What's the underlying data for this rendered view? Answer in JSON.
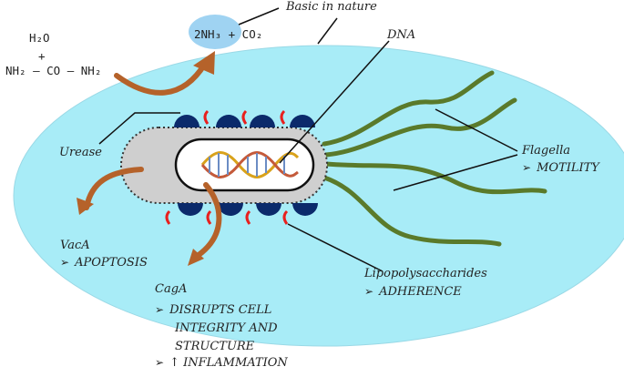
{
  "labels": {
    "basic": "Basic in nature",
    "products": "2NH₃ + CO₂",
    "water": "H₂O",
    "plus": "+",
    "urea": "NH₂ – CO – NH₂",
    "dna": "DNA",
    "urease": "Urease",
    "flagella": "Flagella",
    "motility": "MOTILITY",
    "vaca": "VacA",
    "apoptosis": "APOPTOSIS",
    "lps": "Lipopolysaccharides",
    "adherence": "ADHERENCE",
    "caga": "CagA",
    "disrupts1": "DISRUPTS CELL",
    "disrupts2": "INTEGRITY AND",
    "disrupts3": "STRUCTURE",
    "inflammation": "↑ INFLAMMATION",
    "bullet": "➢"
  },
  "colors": {
    "host_cell": "#a8ecf7",
    "bacterium_body": "#cfcfcf",
    "cytoplasm": "#ffffff",
    "adhesin": "#0b2a6b",
    "lps_marker": "#e8201e",
    "flagella": "#5a7a2b",
    "reaction_arrow": "#b5622a",
    "product_bubble": "#9fd3f2"
  },
  "icons": {
    "dna": "dna-helix-icon",
    "bullet": "arrowhead-bullet-icon"
  }
}
